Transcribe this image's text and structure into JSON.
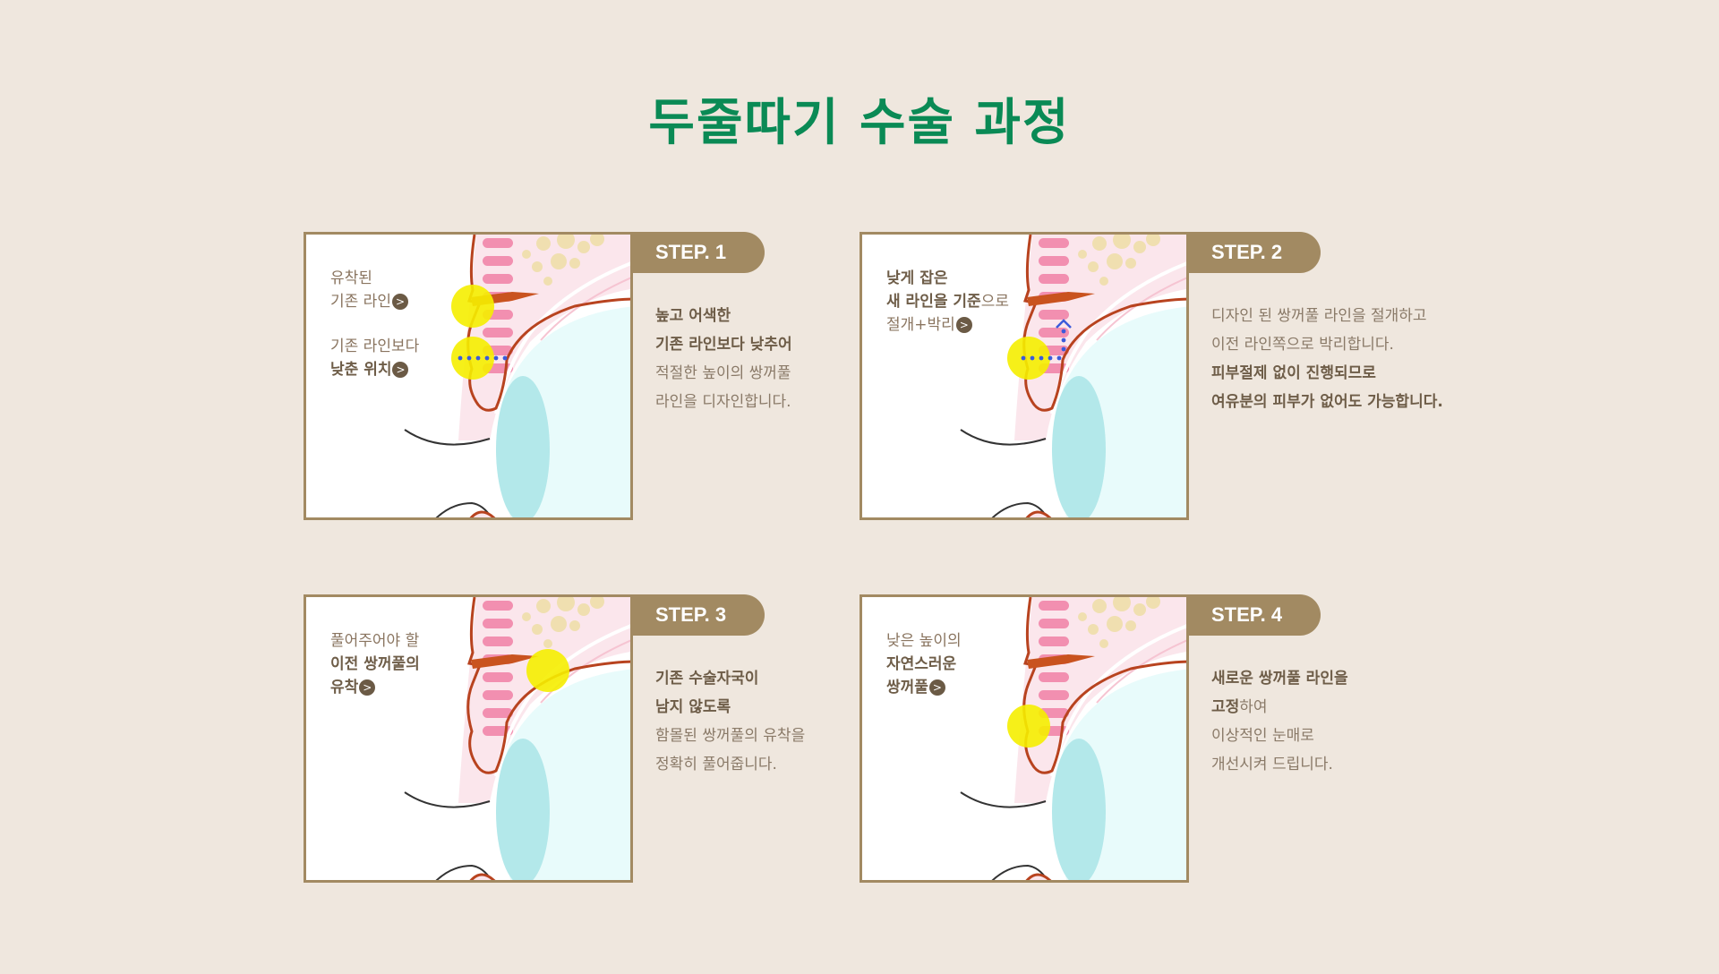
{
  "title": "두줄따기 수술 과정",
  "steps": [
    {
      "badge": "STEP. 1",
      "notes": [
        {
          "lines": [
            {
              "text": "유착된",
              "bold": false
            },
            {
              "text": "기존 라인",
              "bold": false,
              "arrow": true
            }
          ]
        },
        {
          "lines": [
            {
              "text": "기존 라인보다",
              "bold": false
            },
            {
              "text": "낮춘 위치",
              "bold": true,
              "arrow": true
            }
          ]
        }
      ],
      "desc": [
        {
          "text": "높고 어색한",
          "bold": true
        },
        {
          "text": "기존 라인보다 낮추어",
          "bold": true
        },
        {
          "text": "적절한 높이의 쌍꺼풀",
          "bold": false
        },
        {
          "text": "라인을 디자인합니다.",
          "bold": false
        }
      ]
    },
    {
      "badge": "STEP. 2",
      "notes": [
        {
          "lines": [
            {
              "text": "낮게 잡은",
              "bold": true
            },
            {
              "text": "새 라인을 기준",
              "bold": true,
              "suffix": "으로"
            },
            {
              "text": "절개+박리",
              "bold": false,
              "arrow": true
            }
          ]
        }
      ],
      "desc": [
        {
          "text": "디자인 된 쌍꺼풀 라인을 절개하고",
          "bold": false
        },
        {
          "text": "이전 라인쪽으로 박리합니다.",
          "bold": false
        },
        {
          "text": "피부절제 없이 진행되므로",
          "bold": true
        },
        {
          "text": "여유분의 피부가 없어도 가능합니다.",
          "bold": true
        }
      ]
    },
    {
      "badge": "STEP. 3",
      "notes": [
        {
          "lines": [
            {
              "text": "풀어주어야 할",
              "bold": false
            },
            {
              "text": "이전 쌍꺼풀의",
              "bold": true
            },
            {
              "text": "유착",
              "bold": true,
              "arrow": true
            }
          ]
        }
      ],
      "desc": [
        {
          "text": "기존 수술자국이",
          "bold": true
        },
        {
          "text": "남지 않도록",
          "bold": true
        },
        {
          "text": "함몰된 쌍꺼풀의 유착을",
          "bold": false
        },
        {
          "text": "정확히 풀어줍니다.",
          "bold": false
        }
      ]
    },
    {
      "badge": "STEP. 4",
      "notes": [
        {
          "lines": [
            {
              "text": "낮은 높이의",
              "bold": false
            },
            {
              "text": "자연스러운",
              "bold": true
            },
            {
              "text": "쌍꺼풀",
              "bold": true,
              "arrow": true
            }
          ]
        }
      ],
      "desc": [
        {
          "text": "새로운 쌍꺼풀 라인을",
          "bold": true
        },
        {
          "text": "고정",
          "bold": true,
          "suffix": "하여"
        },
        {
          "text": "이상적인 눈매로",
          "bold": false
        },
        {
          "text": "개선시켜 드립니다.",
          "bold": false
        }
      ]
    }
  ],
  "arrow_glyph": ">",
  "colors": {
    "title": "#0a8a55",
    "badge": "#a28a62",
    "background": "#efe7de",
    "skin_line": "#b8431f",
    "highlight": "#f5ee00",
    "eyeball": "#e8fbfb",
    "cornea": "#b3e8ea",
    "muscle": "#f28fb0"
  }
}
